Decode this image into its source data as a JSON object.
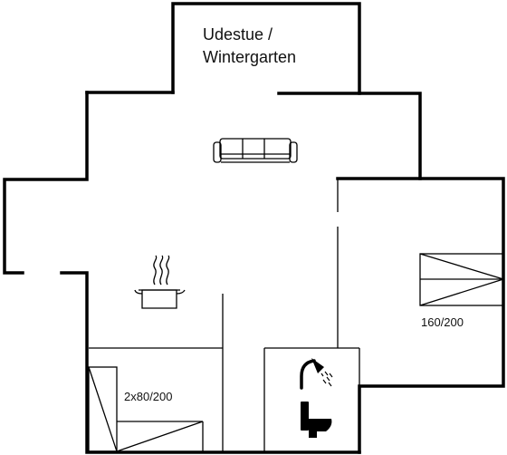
{
  "rooms": {
    "winter_garden": {
      "line1": "Udestue /",
      "line2": "Wintergarten"
    },
    "bedroom_right": {
      "bed_label": "160/200"
    },
    "bedroom_left": {
      "bed_label": "2x80/200"
    }
  },
  "icons": [
    "sofa-icon",
    "cooking-pot-icon",
    "shower-icon",
    "toilet-icon",
    "bed-icon"
  ]
}
